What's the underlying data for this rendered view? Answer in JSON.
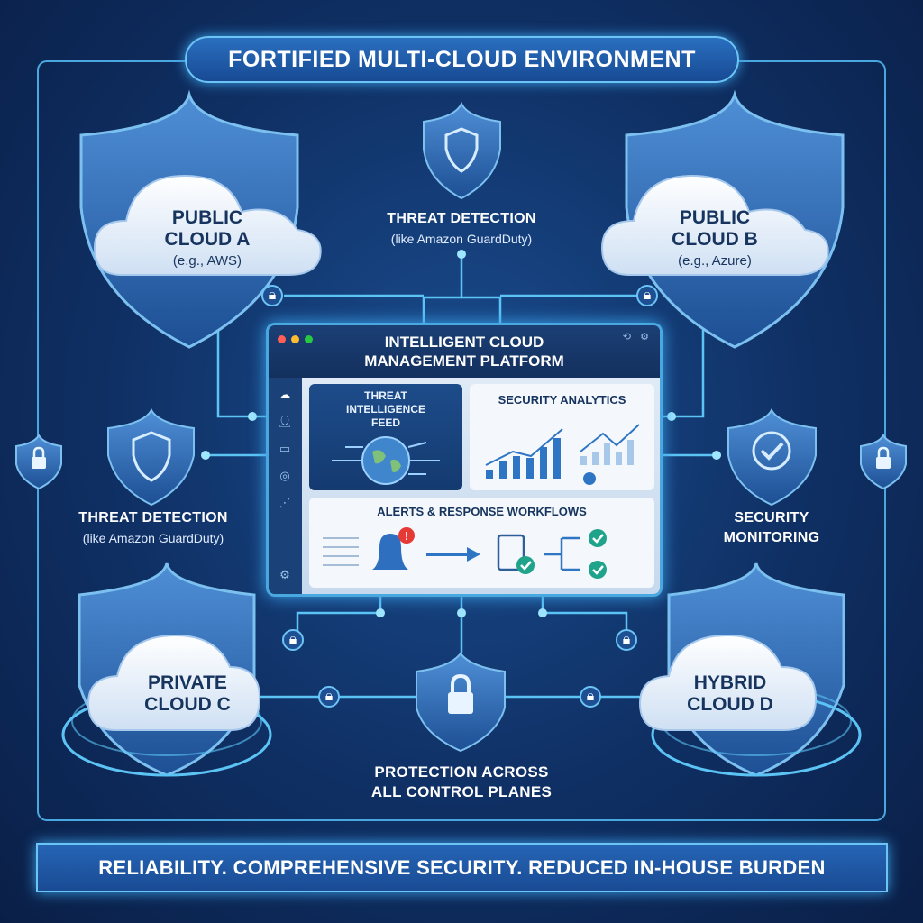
{
  "title": "FORTIFIED MULTI-CLOUD ENVIRONMENT",
  "clouds": [
    {
      "name": "PUBLIC",
      "line2": "CLOUD A",
      "sub": "(e.g., AWS)"
    },
    {
      "name": "PUBLIC",
      "line2": "CLOUD B",
      "sub": "(e.g., Azure)"
    },
    {
      "name": "PRIVATE",
      "line2": "CLOUD C"
    },
    {
      "name": "HYBRID",
      "line2": "CLOUD D"
    }
  ],
  "services": {
    "top": {
      "title": "THREAT DETECTION",
      "sub": "(like Amazon GuardDuty)"
    },
    "left": {
      "title": "THREAT DETECTION",
      "sub": "(like Amazon GuardDuty)"
    },
    "right": {
      "line1": "SECURITY",
      "line2": "MONITORING"
    },
    "bottom": {
      "line1": "PROTECTION ACROSS",
      "line2": "ALL CONTROL PLANES"
    }
  },
  "platform": {
    "title_line1": "INTELLIGENT CLOUD",
    "title_line2": "MANAGEMENT PLATFORM",
    "threat_feed": {
      "line1": "THREAT",
      "line2": "INTELLIGENCE",
      "line3": "FEED"
    },
    "analytics_title": "SECURITY ANALYTICS",
    "alerts_title": "ALERTS & RESPONSE WORKFLOWS"
  },
  "banner": "RELIABILITY. COMPREHENSIVE SECURITY. REDUCED IN-HOUSE BURDEN",
  "colors": {
    "accent": "#4aa8e0",
    "navy": "#0f2f63",
    "alert": "#e53935",
    "check": "#1fa38a"
  }
}
